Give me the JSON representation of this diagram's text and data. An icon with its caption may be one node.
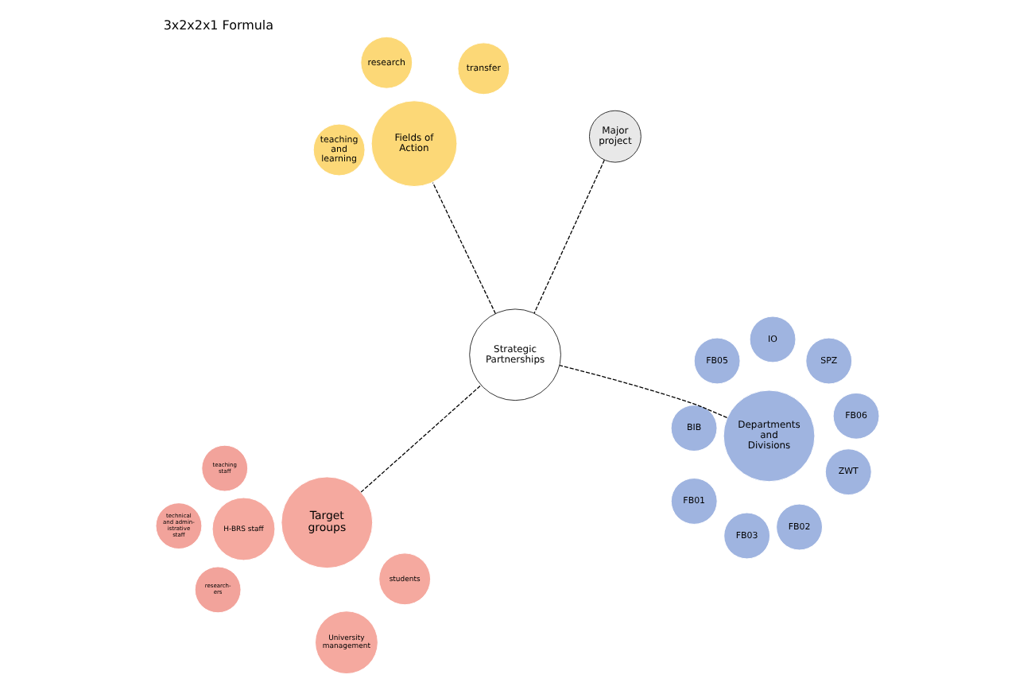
{
  "diagram": {
    "title": "3x2x2x1 Formula",
    "nodes": [
      {
        "text": [
          "Target groups"
        ]
      },
      {
        "text": [
          "students"
        ]
      },
      {
        "text": [
          "University management"
        ]
      },
      {
        "text": [
          "H-BRS staff"
        ]
      },
      {
        "text": [
          "teaching staff"
        ]
      },
      {
        "text": [
          "research- ers"
        ]
      },
      {
        "text": [
          "technical and admin- istrative staff"
        ]
      },
      {
        "text": [
          "Departments and Divisions"
        ]
      },
      {
        "text": [
          "FB01"
        ]
      },
      {
        "text": [
          "FB02"
        ]
      },
      {
        "text": [
          "FB03"
        ]
      },
      {
        "text": [
          "FB05"
        ]
      },
      {
        "text": [
          "FB06"
        ]
      },
      {
        "text": [
          "SPZ"
        ]
      },
      {
        "text": [
          "IO"
        ]
      },
      {
        "text": [
          "BIB"
        ]
      },
      {
        "text": [
          "ZWT"
        ]
      },
      {
        "text": [
          "Strategic Partnerships"
        ]
      },
      {
        "text": [
          "Fields of Action"
        ]
      },
      {
        "text": [
          "research"
        ]
      },
      {
        "text": [
          "transfer"
        ]
      },
      {
        "text": [
          "teaching and learning"
        ]
      },
      {
        "text": [
          "Major project"
        ]
      }
    ],
    "edges": [
      {
        "from": 0,
        "to": 17,
        "arrow": "none",
        "style": "dashed"
      },
      {
        "from": 7,
        "to": 17,
        "arrow": "none",
        "style": "dashed"
      },
      {
        "from": 17,
        "to": 18,
        "arrow": "none",
        "style": "dashed"
      },
      {
        "from": 22,
        "to": 17,
        "arrow": "none",
        "style": "dashed"
      }
    ]
  }
}
